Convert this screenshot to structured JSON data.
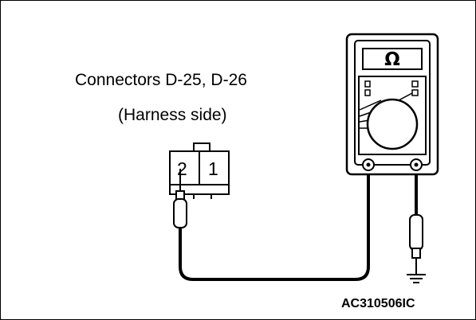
{
  "caption": {
    "line1": "Connectors D-25, D-26",
    "line2": "(Harness side)"
  },
  "connector": {
    "pins": [
      "2",
      "1"
    ]
  },
  "meter": {
    "unit_symbol": "Ω"
  },
  "figure_id": "AC310506IC",
  "icons": {
    "meter": "ohmmeter-icon",
    "ground": "ground-icon",
    "probe": "probe-icon",
    "connector": "connector-icon"
  },
  "colors": {
    "ink": "#000000",
    "paper": "#ffffff"
  }
}
